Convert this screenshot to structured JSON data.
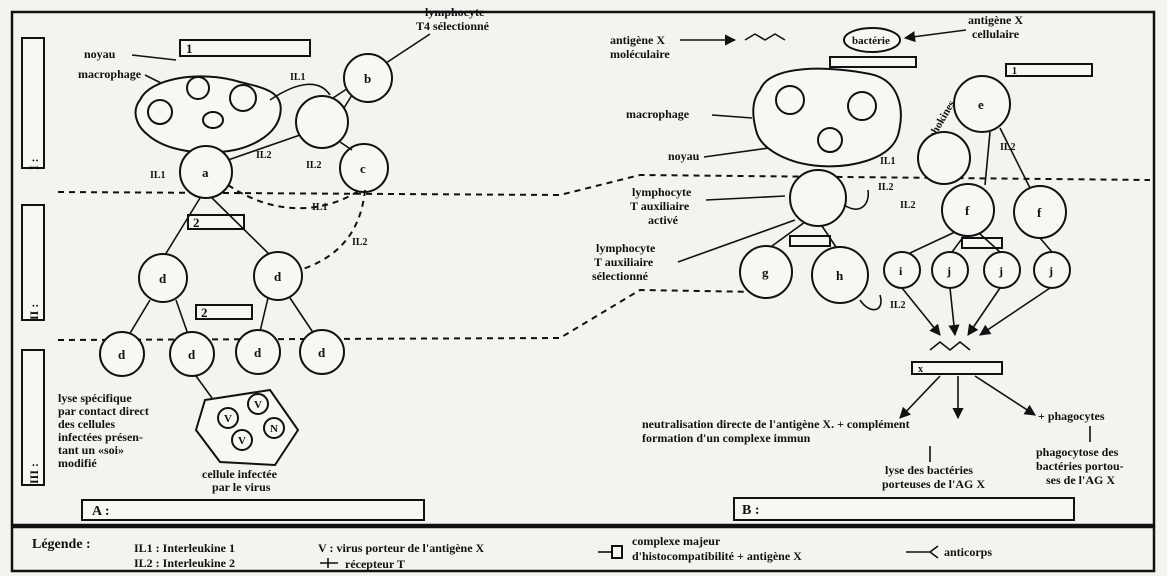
{
  "panel_a": {
    "box_1": "1",
    "box_2a": "2",
    "box_2b": "2",
    "noyau": "noyau",
    "macrophage": "macrophage",
    "lympho_t_line1": "lymphocyte",
    "lympho_t_line2": "T4 sélectionné",
    "il1_top": "IL1",
    "il1_left": "IL1",
    "il2_a": "IL2",
    "il2_b": "IL2",
    "il1_mid": "IL1",
    "il2_right": "IL2",
    "cell_a": "a",
    "cell_b": "b",
    "cell_c": "c",
    "cell_d": "d",
    "v_letter": "V",
    "n_letter": "N",
    "lyse_text": [
      "lyse spécifique",
      "par contact direct",
      "des cellules",
      "infectées présen-",
      "tant un «soi»",
      "modifié"
    ],
    "infected_cell": [
      "cellule infectée",
      "par le virus"
    ],
    "row_i": "I :",
    "row_ii": "II :",
    "row_iii": "III :",
    "label_a": "A :"
  },
  "panel_b": {
    "antigene_mol": [
      "antigène X",
      "moléculaire"
    ],
    "antigene_cell": [
      "antigène X",
      "cellulaire"
    ],
    "bacterie": "bactérie",
    "box_1": "1",
    "macrophage": "macrophage",
    "noyau": "noyau",
    "lymphokines": "lymphokines",
    "lt_auxiliaire_active": [
      "lymphocyte",
      "T auxiliaire",
      "activé"
    ],
    "lt_auxiliaire_select": [
      "lymphocyte",
      "T auxiliaire",
      "sélectionné"
    ],
    "il1": "IL1",
    "il2_a": "IL2",
    "il2_b": "IL2",
    "il2_c": "IL2",
    "il2_d": "IL2",
    "cell_e": "e",
    "cell_f": "f",
    "cell_g": "g",
    "cell_h": "h",
    "cell_i": "i",
    "cell_j": "j",
    "cell_x": "x",
    "neutralisation": [
      "neutralisation directe de l'antigène X. + complément",
      "formation d'un complexe immun"
    ],
    "phagocytes": "+ phagocytes",
    "lyse_bacteries": [
      "lyse des bactéries",
      "porteuses de l'AG X"
    ],
    "phagocytose": [
      "phagocytose des",
      "bactéries portou-",
      "ses de l'AG X"
    ],
    "label_b": "B :"
  },
  "legend": {
    "title": "Légende :",
    "il1": "IL1 : Interleukine 1",
    "il2": "IL2 : Interleukine 2",
    "virus": "V : virus porteur de l'antigène X",
    "recepteur": "récepteur T",
    "cmh": [
      "complexe majeur",
      "d'histocompatibilité + antigène X"
    ],
    "anticorps": "anticorps"
  }
}
